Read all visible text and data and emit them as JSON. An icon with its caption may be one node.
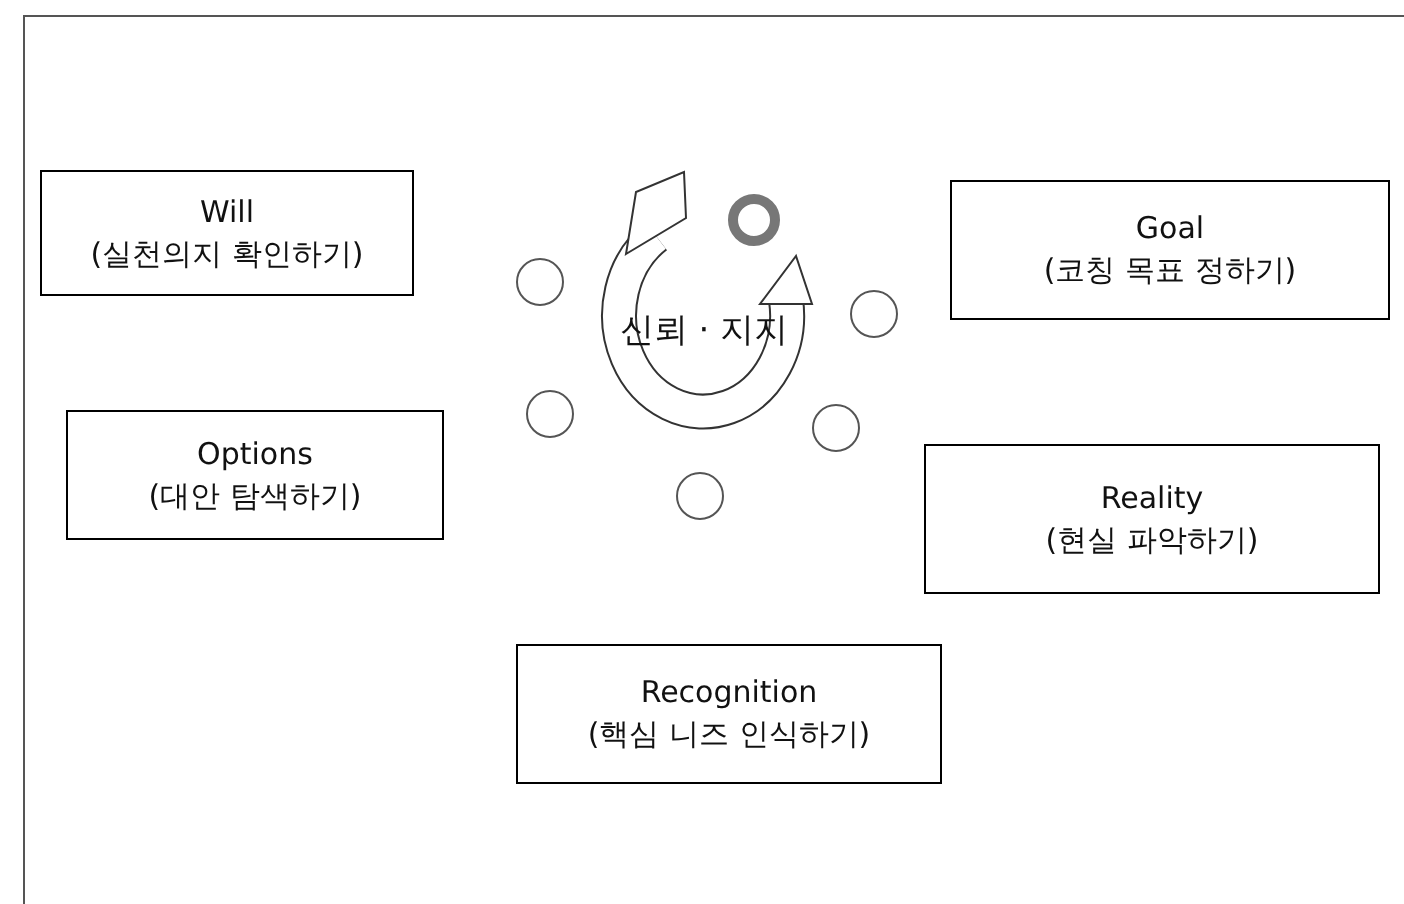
{
  "diagram": {
    "nodes": [
      {
        "text": [
          "Will",
          "(실천의지 확인하기)"
        ]
      },
      {
        "text": [
          "Goal",
          "(코칭 목표 정하기)"
        ]
      },
      {
        "text": [
          "Options",
          "(대안 탐색하기)"
        ]
      },
      {
        "text": [
          "Reality",
          "(현실 파악하기)"
        ]
      },
      {
        "text": [
          "Recognition",
          "(핵심 니즈 인식하기)"
        ]
      },
      {
        "text": [],
        "shape": "circle"
      },
      {
        "text": [],
        "shape": "circle"
      },
      {
        "text": [],
        "shape": "circle"
      },
      {
        "text": [],
        "shape": "circle"
      },
      {
        "text": [],
        "shape": "circle"
      },
      {
        "text": [],
        "shape": "circle"
      }
    ],
    "labels": [
      "신뢰 · 지지"
    ]
  }
}
